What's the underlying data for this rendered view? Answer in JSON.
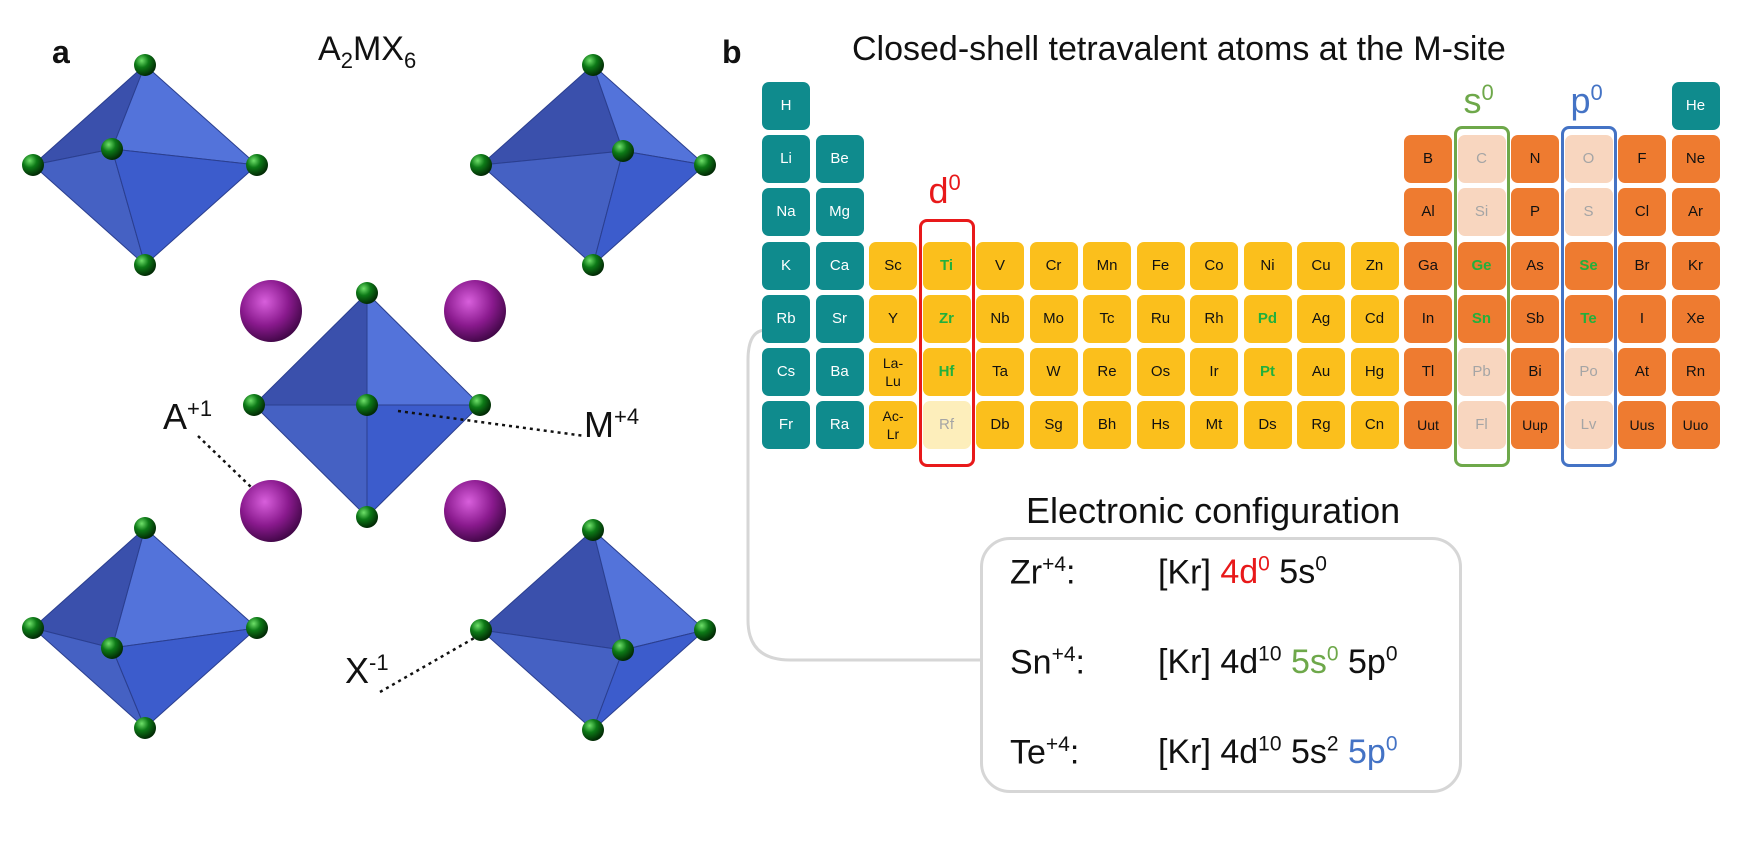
{
  "panel_a": {
    "label": "a",
    "formula": {
      "A": "A",
      "A_sub": "2",
      "M": "M",
      "X": "X",
      "X_sub": "6"
    },
    "ions": {
      "A": {
        "symbol": "A",
        "charge": "+1"
      },
      "M": {
        "symbol": "M",
        "charge": "+4"
      },
      "X": {
        "symbol": "X",
        "charge": "-1"
      }
    },
    "colors": {
      "octahedron": "#3c5ecf",
      "halide": "#0a6b12",
      "a_cation": "#8a1a8e"
    }
  },
  "panel_b": {
    "label": "b",
    "title": "Closed-shell tetravalent atoms at the M-site",
    "colors": {
      "teal": "#0f8b8d",
      "gold": "#fbbf1c",
      "orange": "#ee7b30",
      "highlight_text": "#22b03c"
    },
    "groups": [
      {
        "base": "d",
        "sup": "0",
        "color": "#e8191a"
      },
      {
        "base": "s",
        "sup": "0",
        "color": "#6ea84a"
      },
      {
        "base": "p",
        "sup": "0",
        "color": "#4473c5"
      }
    ],
    "periodic_table": [
      {
        "s": "H",
        "t": "teal"
      },
      {
        "s": "He",
        "t": "teal"
      },
      {
        "s": "Li",
        "t": "teal"
      },
      {
        "s": "Be",
        "t": "teal"
      },
      {
        "s": "B",
        "t": "orange"
      },
      {
        "s": "C",
        "t": "ghost-o"
      },
      {
        "s": "N",
        "t": "orange"
      },
      {
        "s": "O",
        "t": "ghost-o"
      },
      {
        "s": "F",
        "t": "orange"
      },
      {
        "s": "Ne",
        "t": "orange"
      },
      {
        "s": "Na",
        "t": "teal"
      },
      {
        "s": "Mg",
        "t": "teal"
      },
      {
        "s": "Al",
        "t": "orange"
      },
      {
        "s": "Si",
        "t": "ghost-o"
      },
      {
        "s": "P",
        "t": "orange"
      },
      {
        "s": "S",
        "t": "ghost-o"
      },
      {
        "s": "Cl",
        "t": "orange"
      },
      {
        "s": "Ar",
        "t": "orange"
      },
      {
        "s": "K",
        "t": "teal"
      },
      {
        "s": "Ca",
        "t": "teal"
      },
      {
        "s": "Sc",
        "t": "gold"
      },
      {
        "s": "Ti",
        "t": "gold",
        "h": true
      },
      {
        "s": "V",
        "t": "gold"
      },
      {
        "s": "Cr",
        "t": "gold"
      },
      {
        "s": "Mn",
        "t": "gold"
      },
      {
        "s": "Fe",
        "t": "gold"
      },
      {
        "s": "Co",
        "t": "gold"
      },
      {
        "s": "Ni",
        "t": "gold"
      },
      {
        "s": "Cu",
        "t": "gold"
      },
      {
        "s": "Zn",
        "t": "gold"
      },
      {
        "s": "Ga",
        "t": "orange"
      },
      {
        "s": "Ge",
        "t": "orange",
        "h": true
      },
      {
        "s": "As",
        "t": "orange"
      },
      {
        "s": "Se",
        "t": "orange",
        "h": true
      },
      {
        "s": "Br",
        "t": "orange"
      },
      {
        "s": "Kr",
        "t": "orange"
      },
      {
        "s": "Rb",
        "t": "teal"
      },
      {
        "s": "Sr",
        "t": "teal"
      },
      {
        "s": "Y",
        "t": "gold"
      },
      {
        "s": "Zr",
        "t": "gold",
        "h": true
      },
      {
        "s": "Nb",
        "t": "gold"
      },
      {
        "s": "Mo",
        "t": "gold"
      },
      {
        "s": "Tc",
        "t": "gold"
      },
      {
        "s": "Ru",
        "t": "gold"
      },
      {
        "s": "Rh",
        "t": "gold"
      },
      {
        "s": "Pd",
        "t": "gold",
        "h": true
      },
      {
        "s": "Ag",
        "t": "gold"
      },
      {
        "s": "Cd",
        "t": "gold"
      },
      {
        "s": "In",
        "t": "orange"
      },
      {
        "s": "Sn",
        "t": "orange",
        "h": true
      },
      {
        "s": "Sb",
        "t": "orange"
      },
      {
        "s": "Te",
        "t": "orange",
        "h": true
      },
      {
        "s": "I",
        "t": "orange"
      },
      {
        "s": "Xe",
        "t": "orange"
      },
      {
        "s": "Cs",
        "t": "teal"
      },
      {
        "s": "Ba",
        "t": "teal"
      },
      {
        "s": "La-\nLu",
        "t": "gold"
      },
      {
        "s": "Hf",
        "t": "gold",
        "h": true
      },
      {
        "s": "Ta",
        "t": "gold"
      },
      {
        "s": "W",
        "t": "gold"
      },
      {
        "s": "Re",
        "t": "gold"
      },
      {
        "s": "Os",
        "t": "gold"
      },
      {
        "s": "Ir",
        "t": "gold"
      },
      {
        "s": "Pt",
        "t": "gold",
        "h": true
      },
      {
        "s": "Au",
        "t": "gold"
      },
      {
        "s": "Hg",
        "t": "gold"
      },
      {
        "s": "Tl",
        "t": "orange"
      },
      {
        "s": "Pb",
        "t": "ghost-o"
      },
      {
        "s": "Bi",
        "t": "orange"
      },
      {
        "s": "Po",
        "t": "ghost-o"
      },
      {
        "s": "At",
        "t": "orange"
      },
      {
        "s": "Rn",
        "t": "orange"
      },
      {
        "s": "Fr",
        "t": "teal"
      },
      {
        "s": "Ra",
        "t": "teal"
      },
      {
        "s": "Ac-\nLr",
        "t": "gold"
      },
      {
        "s": "Rf",
        "t": "ghost-g"
      },
      {
        "s": "Db",
        "t": "gold"
      },
      {
        "s": "Sg",
        "t": "gold"
      },
      {
        "s": "Bh",
        "t": "gold"
      },
      {
        "s": "Hs",
        "t": "gold"
      },
      {
        "s": "Mt",
        "t": "gold"
      },
      {
        "s": "Ds",
        "t": "gold"
      },
      {
        "s": "Rg",
        "t": "gold"
      },
      {
        "s": "Cn",
        "t": "gold"
      },
      {
        "s": "Uut",
        "t": "orange"
      },
      {
        "s": "Fl",
        "t": "ghost-o"
      },
      {
        "s": "Uup",
        "t": "orange"
      },
      {
        "s": "Lv",
        "t": "ghost-o"
      },
      {
        "s": "Uus",
        "t": "orange"
      },
      {
        "s": "Uuo",
        "t": "orange"
      }
    ],
    "electronic_configuration": {
      "title": "Electronic configuration",
      "rows": [
        {
          "ion": "Zr",
          "charge": "+4",
          "colon": ":",
          "parts": [
            {
              "t": "[Kr] "
            },
            {
              "t": "4d",
              "sup": "0",
              "c": "#e8191a"
            },
            {
              "t": " 5s",
              "sup": "0"
            }
          ]
        },
        {
          "ion": "Sn",
          "charge": "+4",
          "colon": ":",
          "parts": [
            {
              "t": "[Kr] 4d",
              "sup": "10"
            },
            {
              "t": " 5s",
              "sup": "0",
              "c": "#6ea84a"
            },
            {
              "t": " 5p",
              "sup": "0"
            }
          ]
        },
        {
          "ion": "Te",
          "charge": "+4",
          "colon": ":",
          "parts": [
            {
              "t": "[Kr] 4d",
              "sup": "10"
            },
            {
              "t": " 5s",
              "sup": "2"
            },
            {
              "t": " 5p",
              "sup": "0",
              "c": "#4473c5"
            }
          ]
        }
      ]
    }
  }
}
